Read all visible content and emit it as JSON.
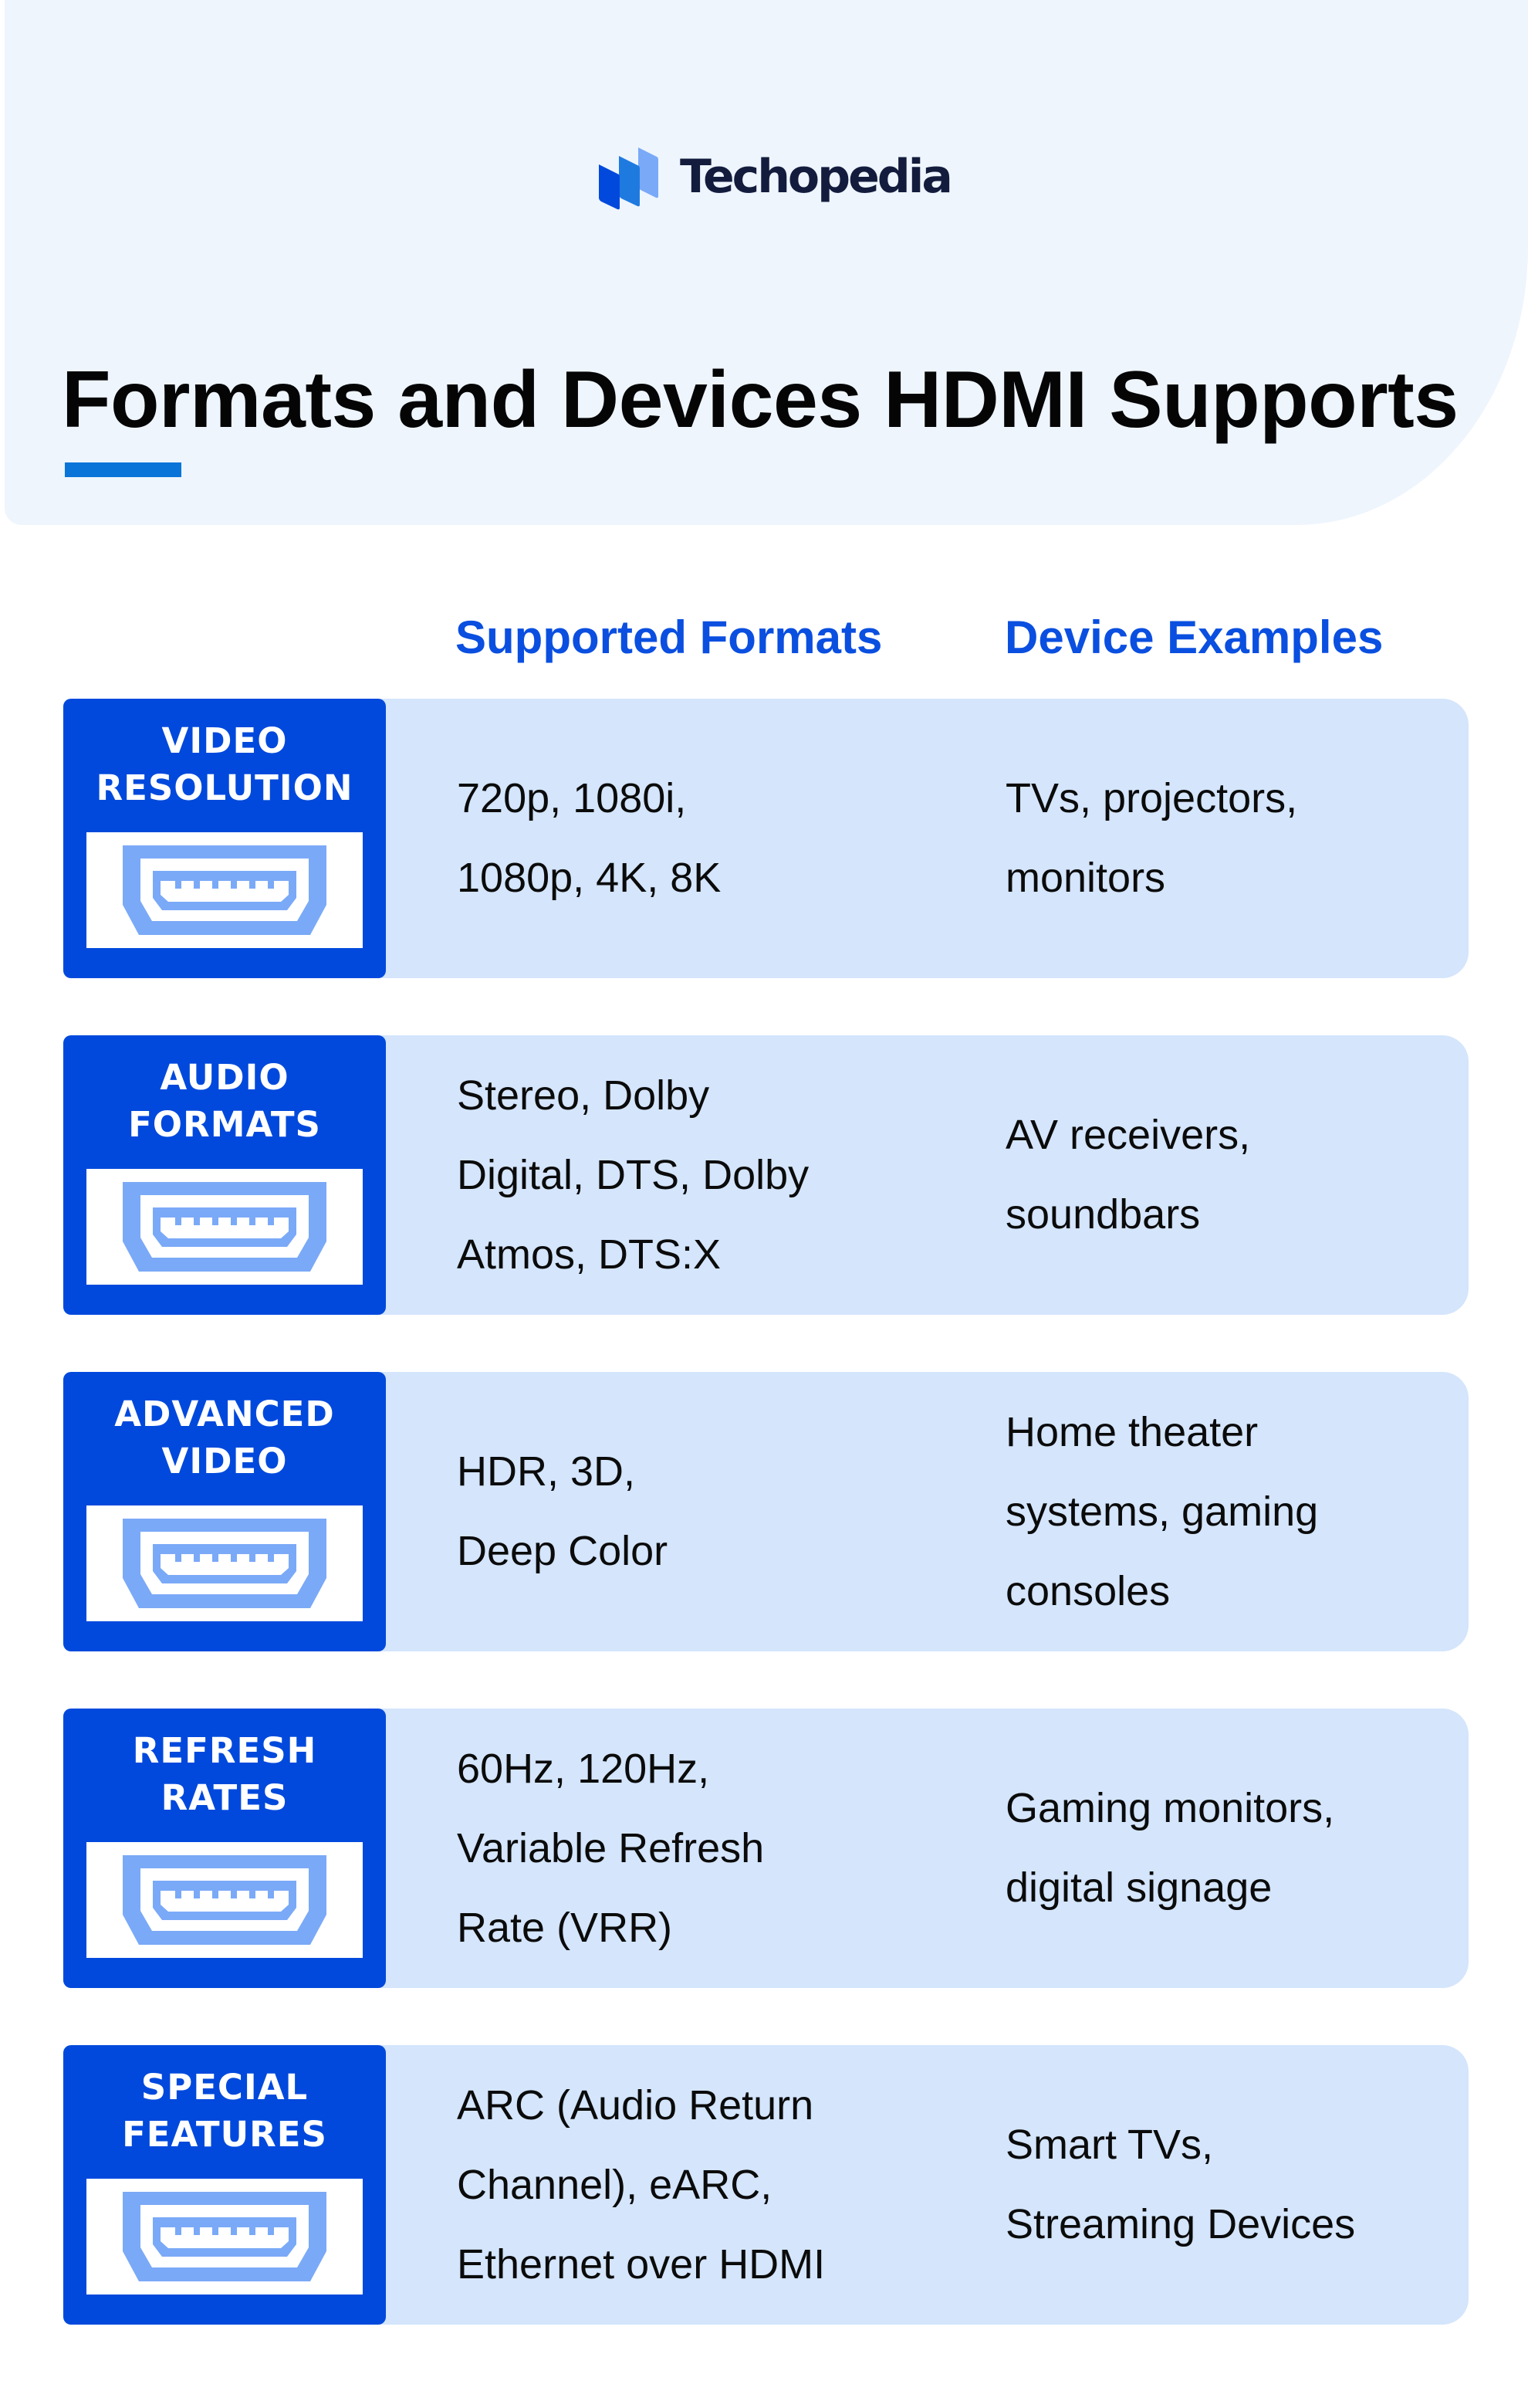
{
  "brand": {
    "name": "Techopedia",
    "logo_icon": "stacked-panels-logo-icon",
    "colors": {
      "logo_dark": "#0049dc",
      "logo_mid": "#1f7ae0",
      "logo_light": "#7aa9f7",
      "text": "#131c3d"
    }
  },
  "header": {
    "title": "Formats and Devices HDMI Supports",
    "underline_color": "#0a74d8",
    "background": "#eef5fd"
  },
  "table": {
    "columns": {
      "formats": "Supported Formats",
      "devices": "Device Examples"
    },
    "accent_color": "#0049dc",
    "row_background": "#d4e5fc",
    "icon_color": "#7aa9f7",
    "rows": [
      {
        "label": "VIDEO\nRESOLUTION",
        "icon": "hdmi-port-icon",
        "formats": [
          "720p, 1080i,",
          "1080p, 4K, 8K"
        ],
        "devices": [
          "TVs, projectors,",
          "monitors"
        ]
      },
      {
        "label": "AUDIO\nFORMATS",
        "icon": "hdmi-port-icon",
        "formats": [
          "Stereo, Dolby",
          "Digital, DTS, Dolby",
          "Atmos, DTS:X"
        ],
        "devices": [
          "AV receivers,",
          "soundbars"
        ]
      },
      {
        "label": "ADVANCED\nVIDEO",
        "icon": "hdmi-port-icon",
        "formats": [
          "HDR, 3D,",
          "Deep Color"
        ],
        "devices": [
          "Home theater",
          "systems, gaming",
          "consoles"
        ]
      },
      {
        "label": "REFRESH\nRATES",
        "icon": "hdmi-port-icon",
        "formats": [
          "60Hz, 120Hz,",
          "Variable Refresh",
          "Rate (VRR)"
        ],
        "devices": [
          "Gaming monitors,",
          "digital signage"
        ]
      },
      {
        "label": "SPECIAL\nFEATURES",
        "icon": "hdmi-port-icon",
        "formats": [
          "ARC (Audio Return",
          "Channel), eARC,",
          "Ethernet over HDMI"
        ],
        "devices": [
          "Smart TVs,",
          "Streaming Devices"
        ]
      }
    ]
  }
}
